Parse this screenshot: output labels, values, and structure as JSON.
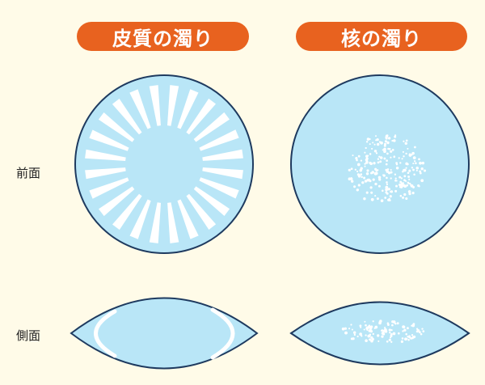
{
  "headers": {
    "cortical": "皮質の濁り",
    "nuclear": "核の濁り"
  },
  "row_labels": {
    "front": "前面",
    "side": "側面"
  },
  "colors": {
    "background": "#FFFBE8",
    "header_pill": "#E8621F",
    "lens_fill": "#B9E6F7",
    "outline": "#1E3A5F",
    "opacity_marks": "#FFFFFF"
  }
}
